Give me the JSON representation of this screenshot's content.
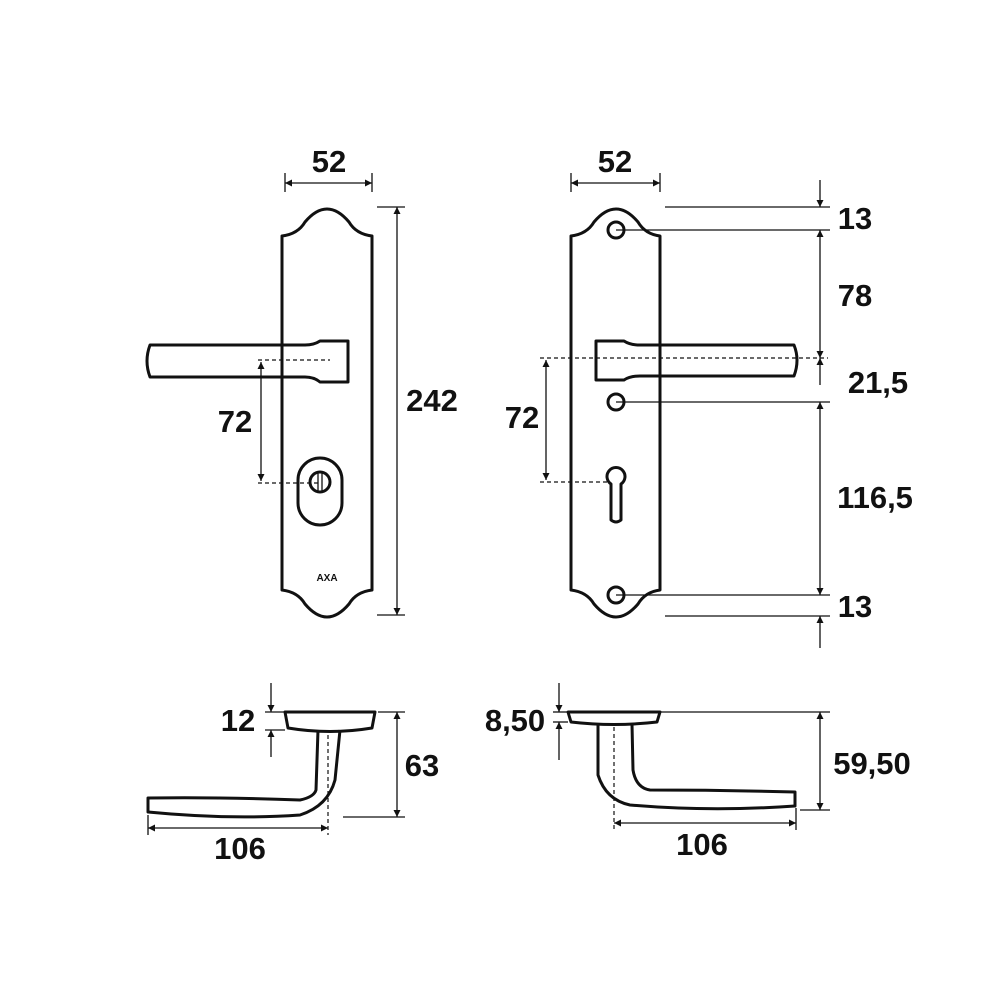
{
  "front_view_left": {
    "width": "52",
    "height": "242",
    "handle_to_cylinder": "72",
    "brand": "AXA"
  },
  "front_view_right": {
    "width": "52",
    "handle_to_cylinder": "72",
    "dims": [
      "13",
      "78",
      "21,5",
      "116,5",
      "13"
    ]
  },
  "side_view_left": {
    "rosette": "12",
    "projection": "63",
    "length": "106"
  },
  "side_view_right": {
    "rosette": "8,50",
    "projection": "59,50",
    "length": "106"
  }
}
